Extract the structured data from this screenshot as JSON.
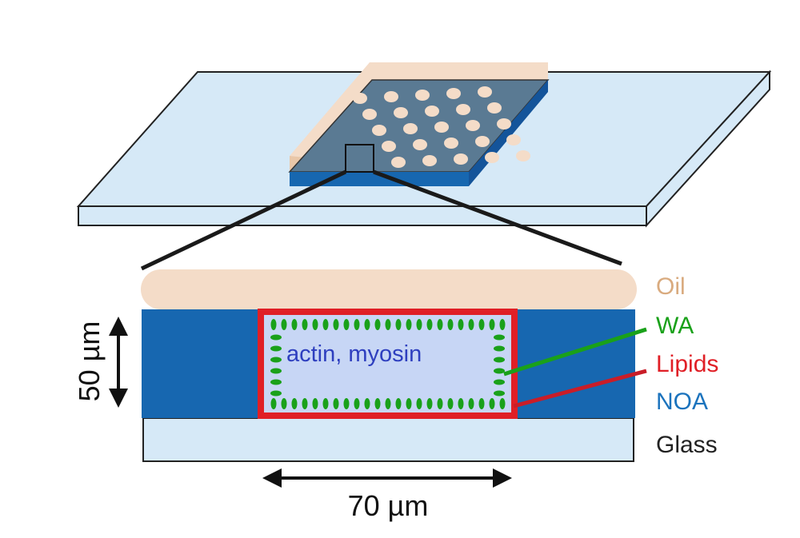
{
  "labels": {
    "oil": "Oil",
    "wa": "WA",
    "lipids": "Lipids",
    "noa": "NOA",
    "glass": "Glass",
    "inner_text": "actin, myosin",
    "height_dim": "50 µm",
    "width_dim": "70 µm"
  },
  "colors": {
    "oil": "#d9ab7f",
    "oil_fill": "#f4dcc8",
    "wa": "#1aa11a",
    "lipids": "#e01f26",
    "noa": "#1b73bd",
    "noa_fill": "#1767b0",
    "glass": "#222222",
    "glass_fill": "#d6e9f7",
    "inner_text": "#2e3fbf",
    "well_fill": "#c7d6f5"
  },
  "wells_grid": {
    "rows": 5,
    "cols": 5
  }
}
